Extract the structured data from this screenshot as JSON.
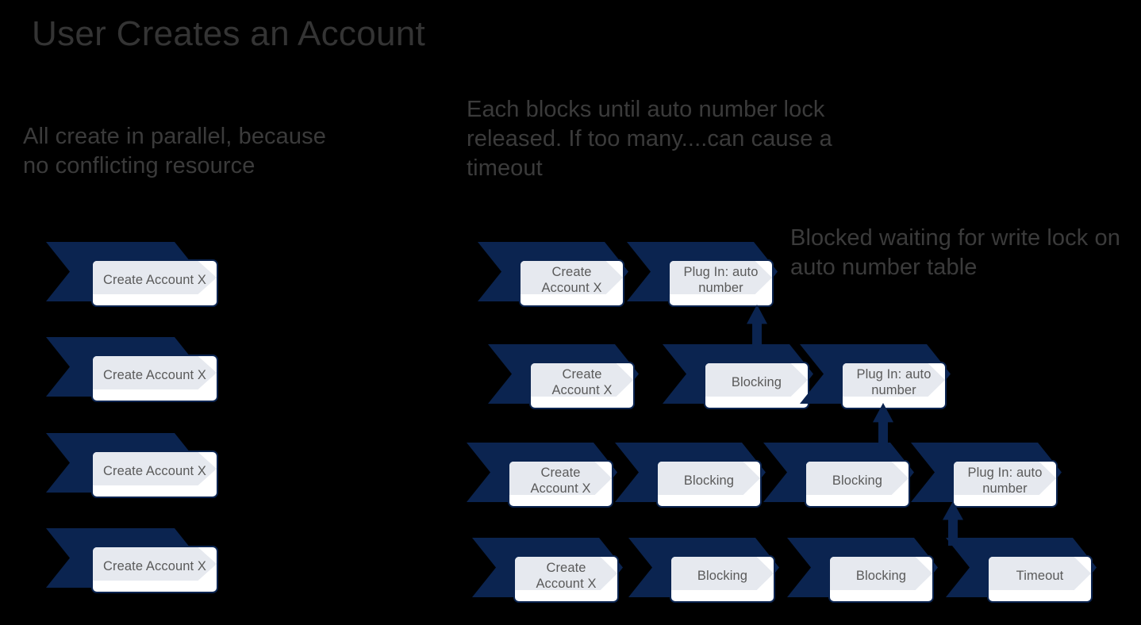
{
  "slide": {
    "background_color": "#000000",
    "title": "User Creates an Account",
    "accent_navy": "#0b2450",
    "card_tint": "#e6e9ef",
    "card_fill": "#ffffff",
    "text_gray": "#3b3b3b",
    "label_gray": "#5a5a5a"
  },
  "notes": {
    "left": "All create in parallel, because no conflicting resource",
    "middle": "Each blocks until auto number lock released. If too many....can cause a timeout",
    "right": "Blocked waiting for write lock on auto number table"
  },
  "left_column": {
    "caption": "All create in parallel, because no conflicting resource",
    "rows": [
      {
        "steps": [
          {
            "label": "Create Account X"
          }
        ]
      },
      {
        "steps": [
          {
            "label": "Create Account X"
          }
        ]
      },
      {
        "steps": [
          {
            "label": "Create Account X"
          }
        ]
      },
      {
        "steps": [
          {
            "label": "Create Account X"
          }
        ]
      }
    ]
  },
  "right_column": {
    "caption": "Each blocks until auto number lock released. If too many....can cause a timeout",
    "annotation": "Blocked waiting for write lock on auto number table",
    "rows": [
      {
        "steps": [
          {
            "label": "Create Account X"
          },
          {
            "label": "Plug In: auto number"
          }
        ]
      },
      {
        "steps": [
          {
            "label": "Create Account X"
          },
          {
            "label": "Blocking"
          },
          {
            "label": "Plug In: auto number"
          }
        ]
      },
      {
        "steps": [
          {
            "label": "Create Account X"
          },
          {
            "label": "Blocking"
          },
          {
            "label": "Blocking"
          },
          {
            "label": "Plug In: auto number"
          }
        ]
      },
      {
        "steps": [
          {
            "label": "Create Account X"
          },
          {
            "label": "Blocking"
          },
          {
            "label": "Blocking"
          },
          {
            "label": "Timeout"
          }
        ]
      }
    ],
    "arrows": [
      {
        "name": "arrow-row2-to-row1",
        "direction": "up"
      },
      {
        "name": "arrow-row3-to-row2",
        "direction": "up"
      },
      {
        "name": "arrow-row4-to-row3",
        "direction": "up"
      }
    ]
  }
}
